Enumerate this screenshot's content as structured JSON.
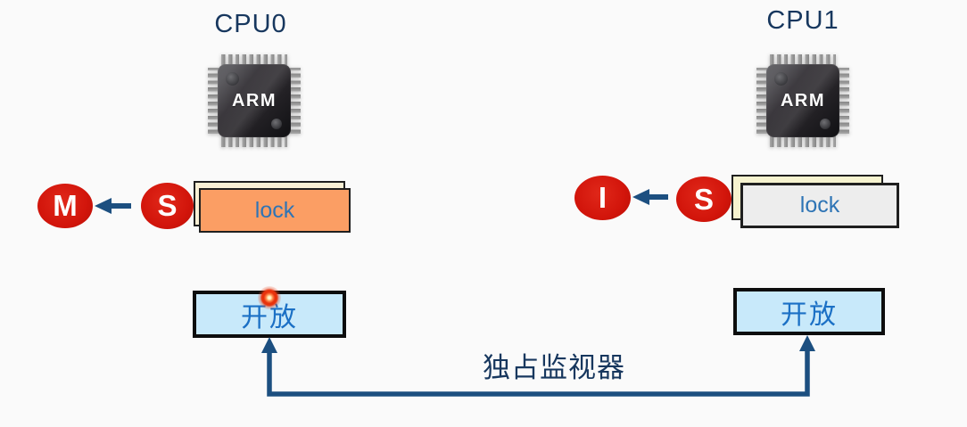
{
  "cpu0": {
    "title": "CPU0",
    "chip_label": "ARM",
    "state_after": "M",
    "state_before": "S",
    "lock_label": "lock",
    "monitor_state": "开放"
  },
  "cpu1": {
    "title": "CPU1",
    "chip_label": "ARM",
    "state_after": "I",
    "state_before": "S",
    "lock_label": "lock",
    "monitor_state": "开放"
  },
  "monitor_label": "独占监视器",
  "colors": {
    "background": "#fafafa",
    "navy_text": "#17375e",
    "arrow": "#1c4f80",
    "state_badge_red": "#d2150b",
    "state_badge_text": "#ffffff",
    "lock_text_blue": "#2e74b5",
    "cpu0_card_front": "#fb9e64",
    "cpu0_card_back": "#faf0d5",
    "cpu1_card_front": "#ededed",
    "cpu1_card_back": "#f6f3cf",
    "monitor_box_fill": "#c8e9fa",
    "monitor_box_border": "#0d0d0d",
    "monitor_box_text": "#1b70c5",
    "laser_pointer": "#e8320c"
  }
}
